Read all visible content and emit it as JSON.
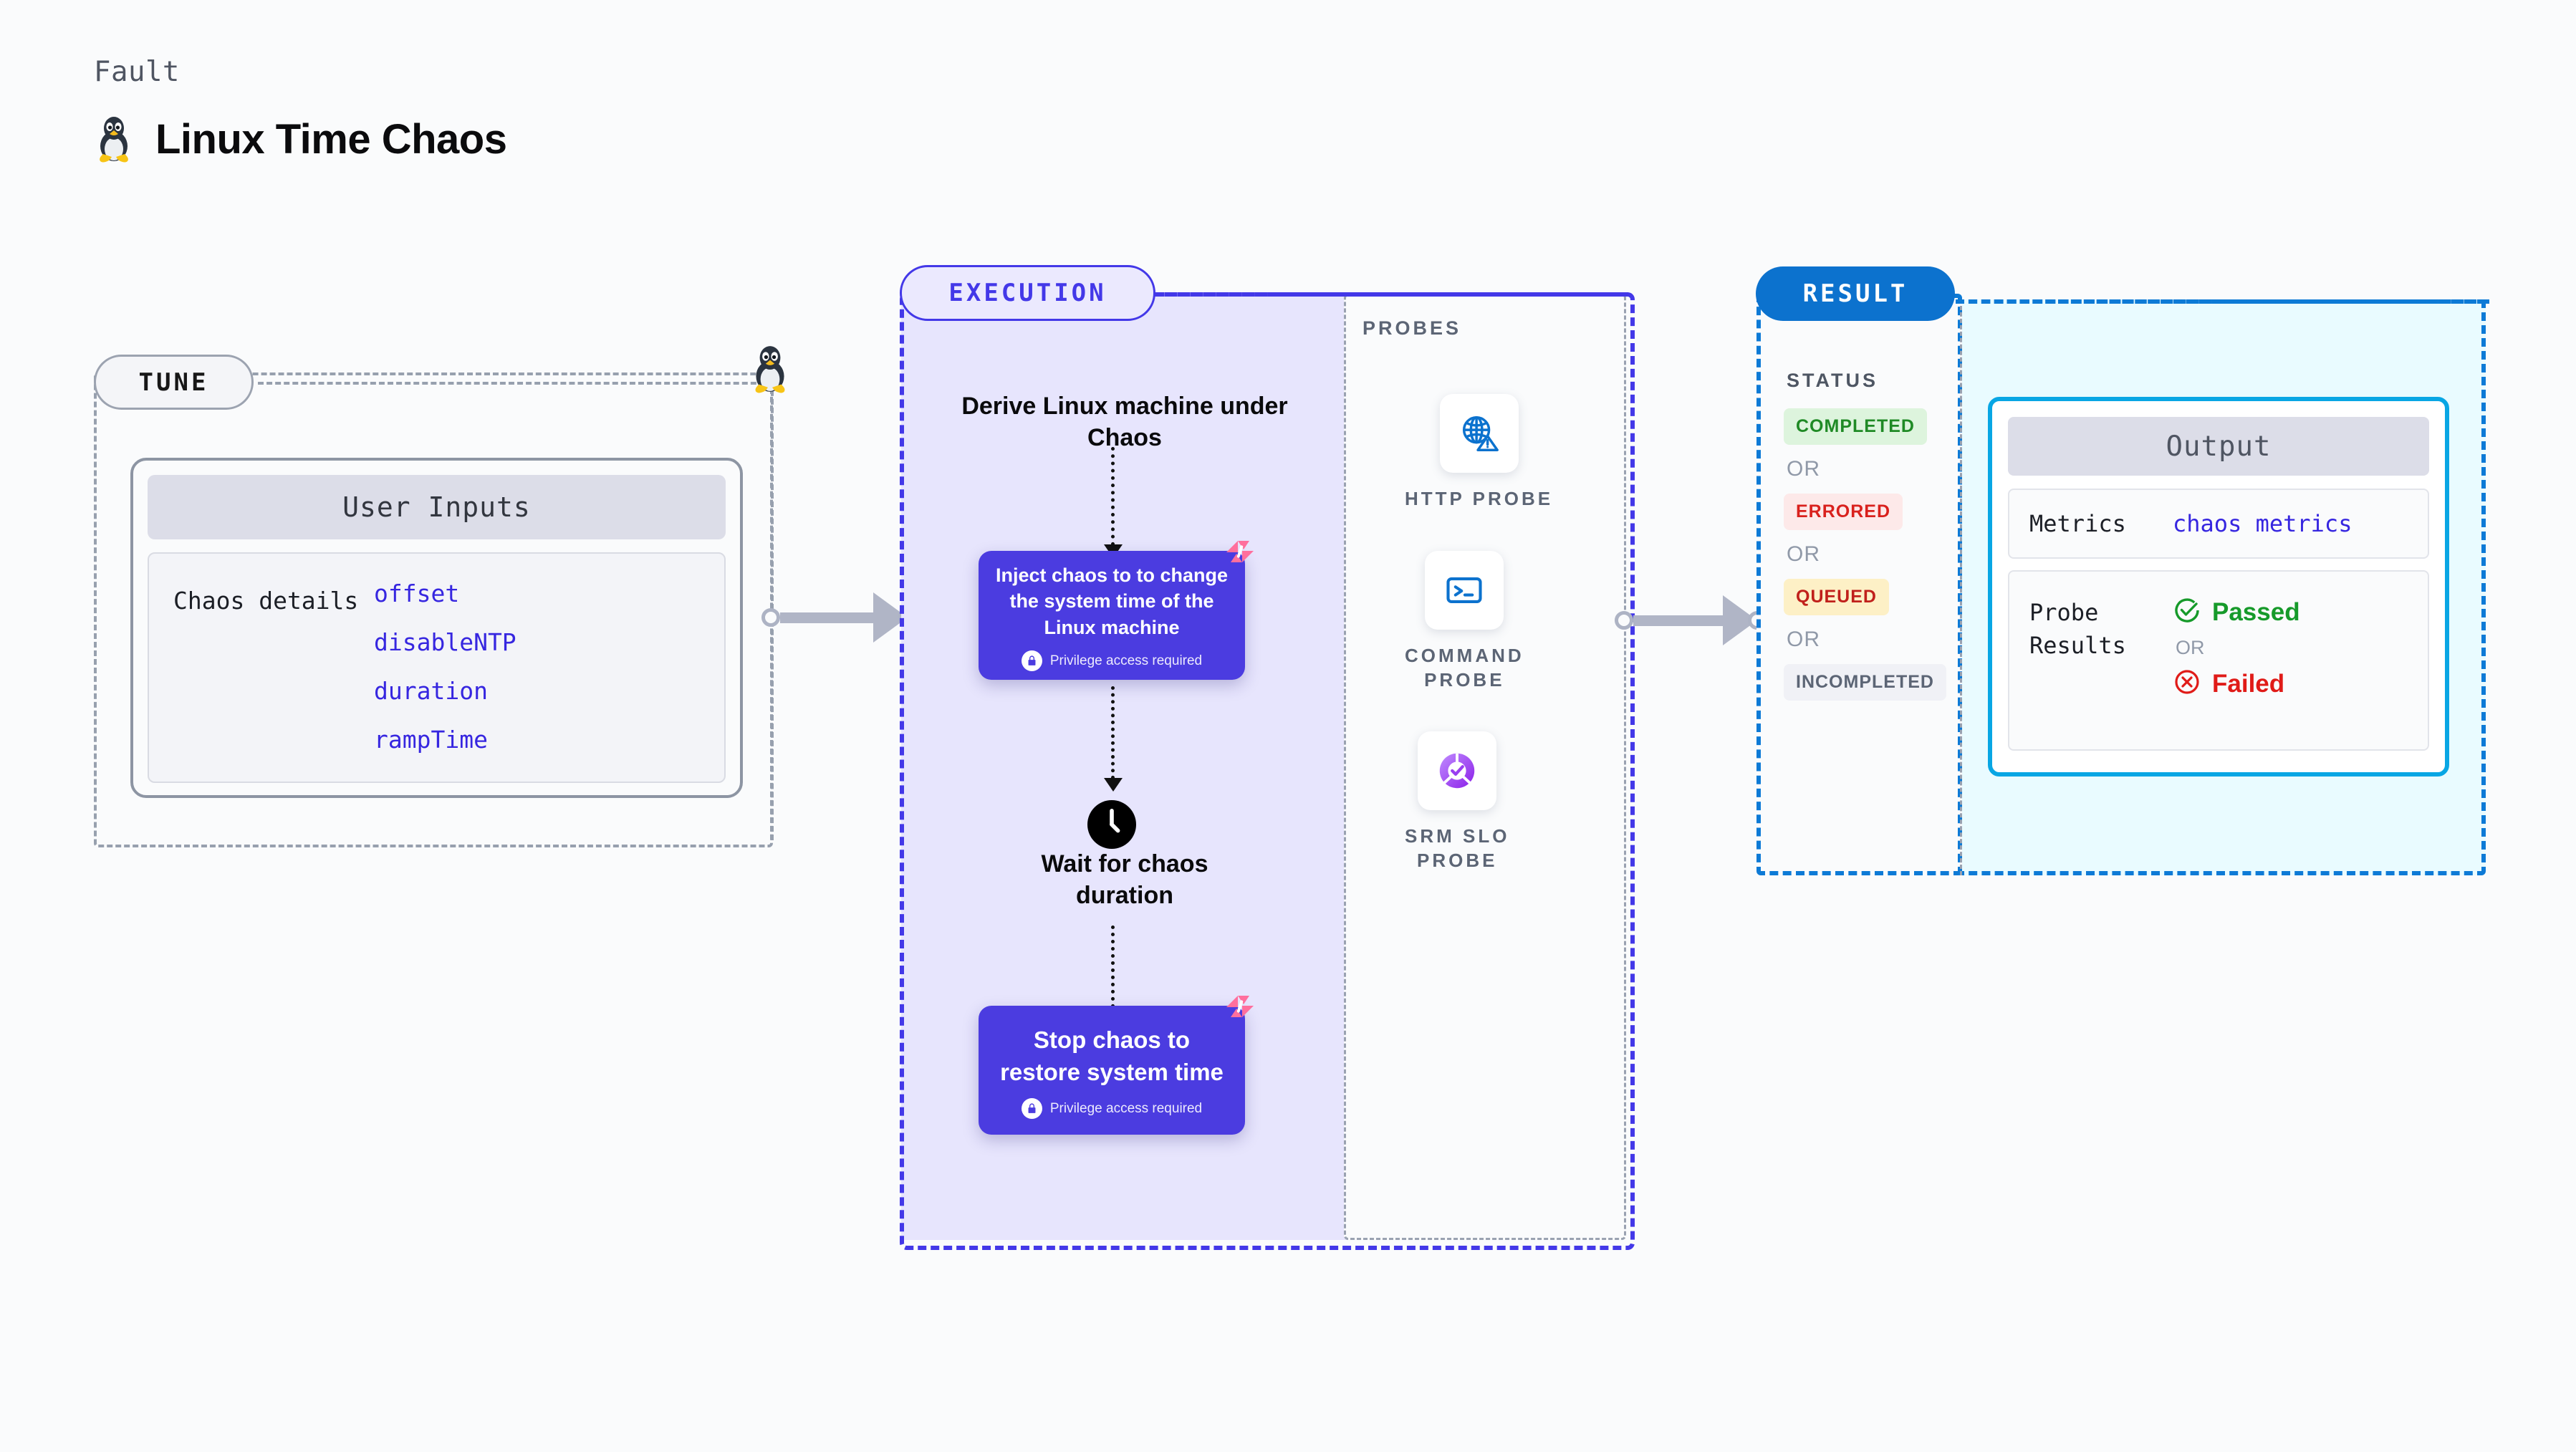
{
  "header": {
    "kicker": "Fault",
    "title": "Linux Time Chaos",
    "icon": "linux-penguin-icon"
  },
  "tune": {
    "chip_label": "TUNE",
    "card": {
      "header": "User Inputs",
      "row_label": "Chaos details",
      "fields": [
        "offset",
        "disableNTP",
        "duration",
        "rampTime"
      ]
    }
  },
  "execution": {
    "chip_label": "EXECUTION",
    "steps": [
      {
        "type": "text",
        "label": "Derive Linux machine under Chaos"
      },
      {
        "type": "action",
        "label": "Inject chaos to to change the system time of the Linux machine",
        "privilege": "Privilege access required",
        "badge": "harness-logo-icon"
      },
      {
        "type": "wait",
        "label": "Wait for chaos duration",
        "icon": "clock-icon"
      },
      {
        "type": "action",
        "label": "Stop chaos to restore system time",
        "privilege": "Privilege access required",
        "badge": "harness-logo-icon"
      }
    ]
  },
  "probes": {
    "section_label": "PROBES",
    "items": [
      {
        "name": "HTTP PROBE",
        "icon": "globe-warning-icon"
      },
      {
        "name": "COMMAND\nPROBE",
        "icon": "terminal-icon"
      },
      {
        "name": "SRM SLO\nPROBE",
        "icon": "slo-donut-check-icon"
      }
    ]
  },
  "result": {
    "chip_label": "RESULT",
    "status_label": "STATUS",
    "or_label": "OR",
    "statuses": [
      {
        "label": "COMPLETED",
        "bg": "#ddf4dd",
        "fg": "#1f8a25"
      },
      {
        "label": "ERRORED",
        "bg": "#fde9e9",
        "fg": "#d9211d"
      },
      {
        "label": "QUEUED",
        "bg": "#fdf0c6",
        "fg": "#c0201b"
      },
      {
        "label": "INCOMPLETED",
        "bg": "#f0f1f6",
        "fg": "#5c6575"
      }
    ],
    "output": {
      "header": "Output",
      "metrics_label": "Metrics",
      "metrics_value": "chaos metrics",
      "probe_results_label": "Probe\nResults",
      "passed_label": "Passed",
      "failed_label": "Failed",
      "or_label": "OR",
      "passed_icon": "check-circle-icon",
      "failed_icon": "x-circle-icon"
    }
  },
  "colors": {
    "accent_purple": "#4b3ce0",
    "accent_blue": "#0c72ce",
    "accent_cyan": "#08a6e4",
    "link_blue": "#3626e0",
    "harness_pink": "#ff6f9d",
    "muted": "#9aa2b1"
  }
}
